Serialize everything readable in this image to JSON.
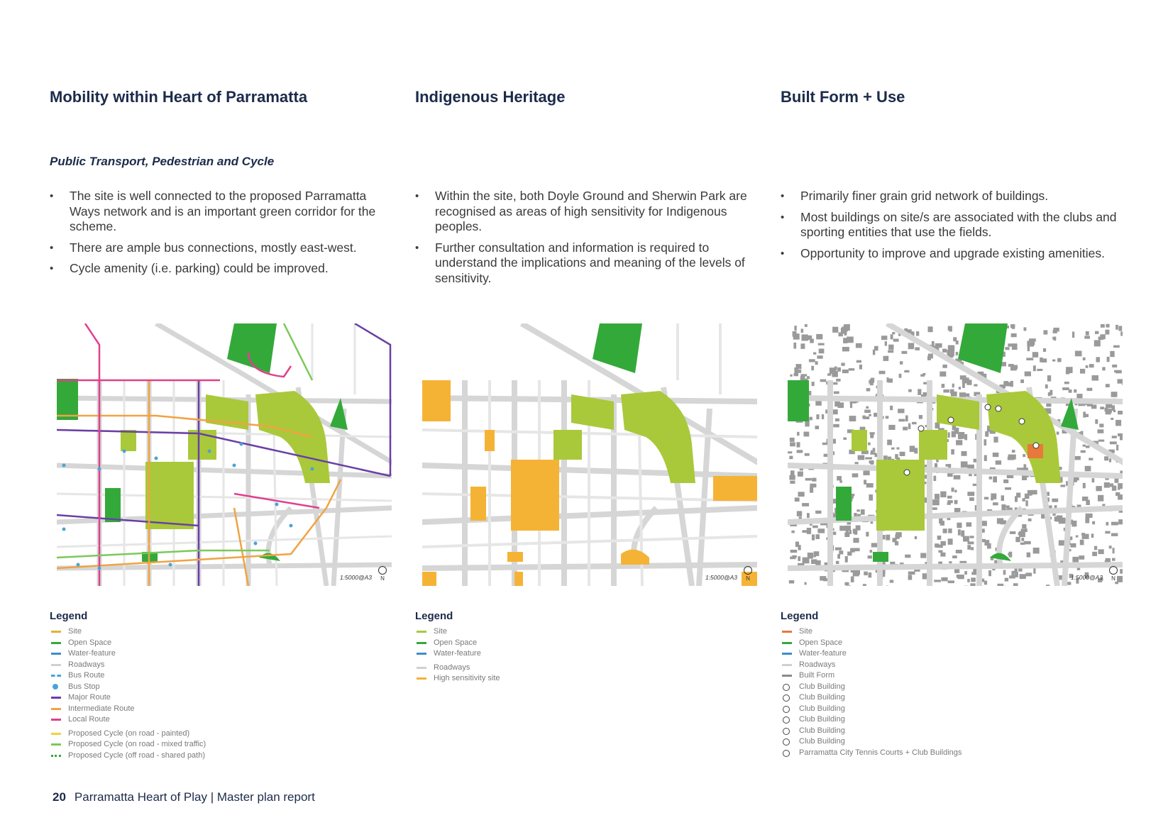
{
  "columns": [
    {
      "title": "Mobility within Heart of Parramatta",
      "subtitle": "Public Transport, Pedestrian and Cycle",
      "bullets": [
        "The site is well connected to the proposed Parramatta Ways network and is an important green corridor for the scheme.",
        "There are ample bus connections, mostly east-west.",
        "Cycle amenity (i.e. parking) could be improved."
      ],
      "map": {
        "scale": "1:5000@A3",
        "north": "N"
      },
      "legend": {
        "title": "Legend",
        "items": [
          {
            "label": "Site",
            "color": "#e6b22e",
            "style": "solid"
          },
          {
            "label": "Open Space",
            "color": "#33a93a",
            "style": "solid"
          },
          {
            "label": "Water-feature",
            "color": "#3b8fc7",
            "style": "solid"
          },
          {
            "label": "Roadways",
            "color": "#d0d0d0",
            "style": "solid"
          },
          {
            "label": "Bus Route",
            "color": "#4aa3d8",
            "style": "dashed"
          },
          {
            "label": "Bus Stop",
            "color": "#4aa3d8",
            "style": "busstop"
          },
          {
            "label": "Major Route",
            "color": "#6a3fa6",
            "style": "solid"
          },
          {
            "label": "Intermediate Route",
            "color": "#f0a342",
            "style": "solid"
          },
          {
            "label": "Local Route",
            "color": "#e0408c",
            "style": "solid"
          },
          {
            "label": "Proposed Cycle (on road - painted)",
            "color": "#f2d23a",
            "style": "solid"
          },
          {
            "label": "Proposed Cycle (on road - mixed traffic)",
            "color": "#7bc95a",
            "style": "solid"
          },
          {
            "label": "Proposed Cycle (off road - shared path)",
            "color": "#33a93a",
            "style": "dotgreen"
          }
        ]
      }
    },
    {
      "title": "Indigenous Heritage",
      "bullets": [
        "Within the site, both Doyle Ground and Sherwin Park are recognised as areas of high sensitivity for Indigenous peoples.",
        "Further consultation and information is required to understand the implications and meaning of the levels of sensitivity."
      ],
      "map": {
        "scale": "1:5000@A3",
        "north": "N"
      },
      "legend": {
        "title": "Legend",
        "items": [
          {
            "label": "Site",
            "color": "#a9c93a",
            "style": "solid"
          },
          {
            "label": "Open Space",
            "color": "#33a93a",
            "style": "solid"
          },
          {
            "label": "Water-feature",
            "color": "#3b8fc7",
            "style": "solid"
          },
          {
            "label": "Roadways",
            "color": "#d0d0d0",
            "style": "solid"
          },
          {
            "label": "High sensitivity site",
            "color": "#f5b335",
            "style": "solid"
          }
        ]
      }
    },
    {
      "title": "Built Form + Use",
      "bullets": [
        "Primarily finer grain grid network of buildings.",
        "Most buildings on site/s are associated with the clubs and sporting entities that use the fields.",
        "Opportunity to improve and upgrade existing amenities."
      ],
      "map": {
        "scale": "1:5000@A3",
        "north": "N"
      },
      "legend": {
        "title": "Legend",
        "items": [
          {
            "label": "Site",
            "color": "#e8793a",
            "style": "solid"
          },
          {
            "label": "Open Space",
            "color": "#33a93a",
            "style": "solid"
          },
          {
            "label": "Water-feature",
            "color": "#3b8fc7",
            "style": "solid"
          },
          {
            "label": "Roadways",
            "color": "#d0d0d0",
            "style": "solid"
          },
          {
            "label": "Built Form",
            "color": "#8a8a8a",
            "style": "solid"
          },
          {
            "label": "Club Building",
            "color": "#444444",
            "style": "ring"
          },
          {
            "label": "Club Building",
            "color": "#444444",
            "style": "ring"
          },
          {
            "label": "Club Building",
            "color": "#444444",
            "style": "ring"
          },
          {
            "label": "Club Building",
            "color": "#444444",
            "style": "ring"
          },
          {
            "label": "Club Building",
            "color": "#444444",
            "style": "ring"
          },
          {
            "label": "Club Building",
            "color": "#444444",
            "style": "ring"
          },
          {
            "label": "Parramatta City Tennis Courts + Club Buildings",
            "color": "#444444",
            "style": "ring"
          }
        ]
      }
    }
  ],
  "footer": {
    "page_number": "20",
    "text": "Parramatta Heart of Play | Master plan report"
  },
  "colors": {
    "heading": "#1c2b4a",
    "site_green": "#a9c93a",
    "open_space": "#33a93a",
    "road": "#d0d0d0",
    "sensitivity": "#f5b335"
  }
}
